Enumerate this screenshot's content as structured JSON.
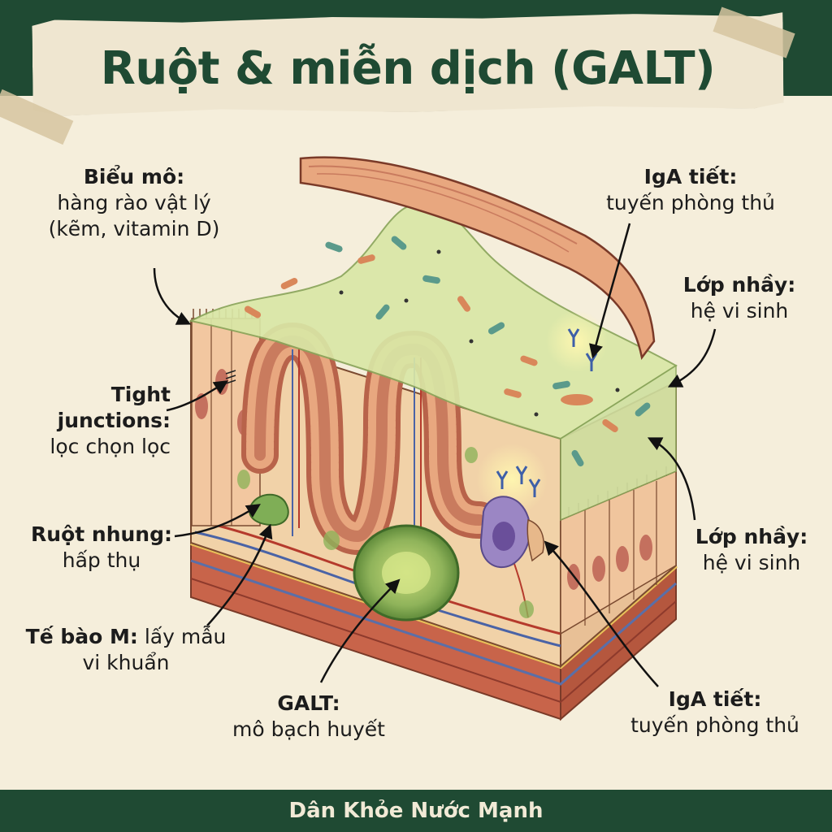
{
  "title": "Ruột & miễn dịch (GALT)",
  "footer": "Dân Khỏe Nước Mạnh",
  "colors": {
    "brand_green": "#1f4a33",
    "background": "#f5eedb",
    "mucus": "#d9e7a6",
    "tissue": "#e8a77f",
    "galt": "#8fb35a",
    "immune_cell": "#9b86c4"
  },
  "labels": {
    "epithelium": {
      "title": "Biểu mô:",
      "line1": "hàng rào vật lý",
      "line2": "(kẽm, vitamin D)"
    },
    "tight_junctions": {
      "title1": "Tight",
      "title2": "junctions:",
      "desc": "lọc chọn lọc"
    },
    "villi": {
      "title": "Ruột nhung:",
      "desc": "hấp thụ"
    },
    "m_cell": {
      "title": "Tế bào M:",
      "line1": "lấy mẫu",
      "line2": "vi khuẩn"
    },
    "galt": {
      "title": "GALT:",
      "desc": "mô bạch huyết"
    },
    "iga_top": {
      "title": "IgA tiết:",
      "desc": "tuyến phòng thủ"
    },
    "mucus_top": {
      "title": "Lớp nhầy:",
      "desc": "hệ vi sinh"
    },
    "mucus_bottom": {
      "title": "Lớp nhầy:",
      "desc": "hệ vi sinh"
    },
    "iga_bottom": {
      "title": "IgA tiết:",
      "desc": "tuyến phòng thủ"
    }
  }
}
